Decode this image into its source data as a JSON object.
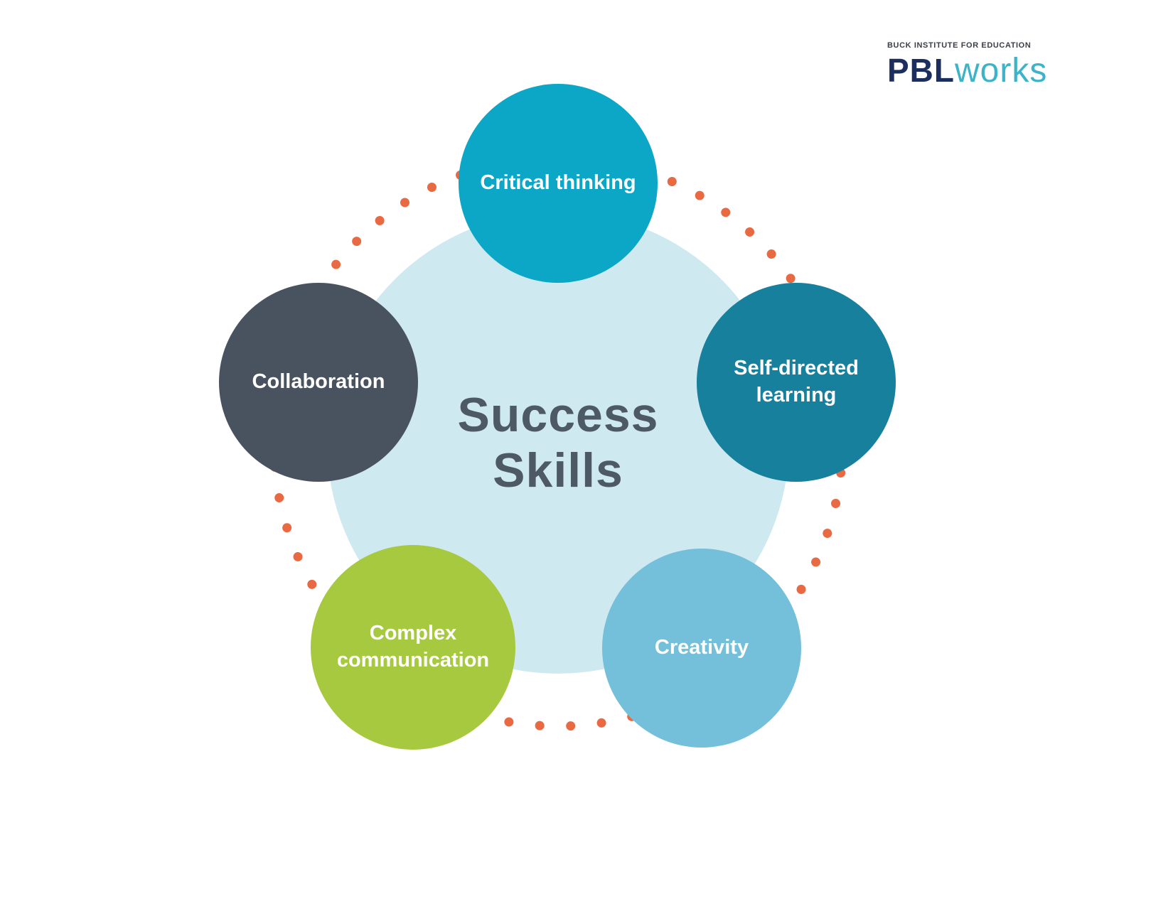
{
  "logo": {
    "tagline": "BUCK INSTITUTE FOR EDUCATION",
    "brand_bold": "PBL",
    "brand_light": "works"
  },
  "center": {
    "line1": "Success",
    "line2": "Skills"
  },
  "nodes": [
    {
      "id": "critical-thinking",
      "label": "Critical thinking",
      "color": "#0ca6c6"
    },
    {
      "id": "self-directed-learning",
      "label": "Self-directed learning",
      "color": "#16809d"
    },
    {
      "id": "creativity",
      "label": "Creativity",
      "color": "#74bfd9"
    },
    {
      "id": "complex-communication",
      "label": "Complex communication",
      "color": "#a6c940"
    },
    {
      "id": "collaboration",
      "label": "Collaboration",
      "color": "#49535f"
    }
  ],
  "colors": {
    "center_circle": "#cfe9f1",
    "center_text": "#4d5965",
    "dots": "#e96a42",
    "logo_pbl": "#1b2e5e",
    "logo_works": "#3db3c8"
  }
}
